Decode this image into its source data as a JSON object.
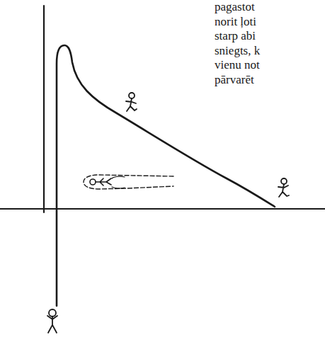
{
  "diagram": {
    "labels": [
      "pagastot",
      "norit ļoti",
      "starp abi",
      "sniegts, k",
      "vienu not",
      "pārvarēt"
    ]
  }
}
